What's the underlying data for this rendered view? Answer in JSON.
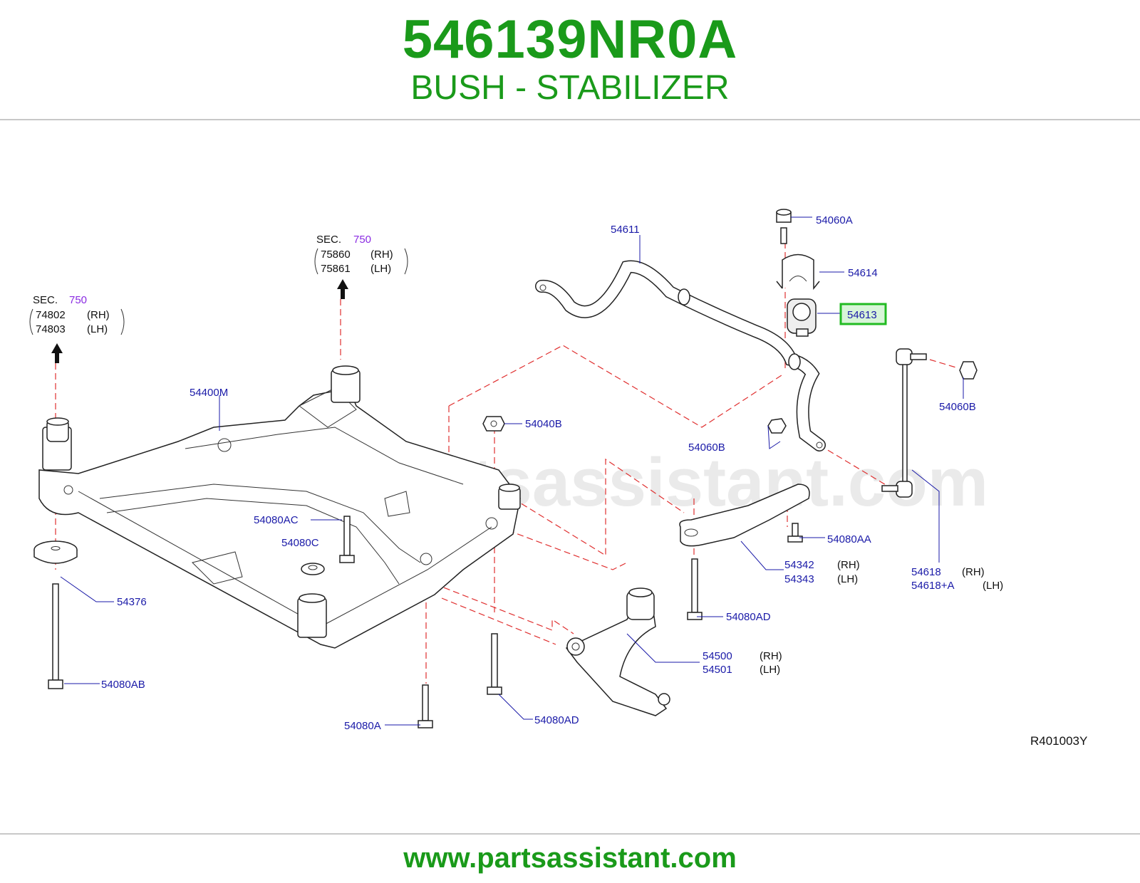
{
  "header": {
    "part_number": "546139NR0A",
    "part_name": "BUSH - STABILIZER"
  },
  "footer": {
    "url": "www.partsassistant.com"
  },
  "watermark": "www.partsassistant.com",
  "colors": {
    "title_green": "#1a9a1a",
    "label_blue": "#1a1aa8",
    "section_purple": "#8a2be2",
    "highlight_green": "#22bb22",
    "highlight_fill": "#d8f5d8",
    "guide_red": "#e03030"
  },
  "diagram": {
    "ref_code": "R401003Y",
    "sec_left": {
      "prefix": "SEC.",
      "num": "750",
      "r1_code": "74802",
      "r1_side": "(RH)",
      "r2_code": "74803",
      "r2_side": "(LH)"
    },
    "sec_mid": {
      "prefix": "SEC.",
      "num": "750",
      "r1_code": "75860",
      "r1_side": "(RH)",
      "r2_code": "75861",
      "r2_side": "(LH)"
    },
    "labels": {
      "l54611": "54611",
      "l54060A": "54060A",
      "l54614": "54614",
      "l54613": "54613",
      "l54060B_r": "54060B",
      "l54060B_m": "54060B",
      "l54400M": "54400M",
      "l54040B": "54040B",
      "l54080AC": "54080AC",
      "l54080C": "54080C",
      "l54080AA": "54080AA",
      "l54342": "54342",
      "l54343": "54343",
      "l54342_side": "(RH)",
      "l54343_side": "(LH)",
      "l54618": "54618",
      "l54618A": "54618+A",
      "l54618_side": "(RH)",
      "l54618A_side": "(LH)",
      "l54376": "54376",
      "l54080AD_r": "54080AD",
      "l54500": "54500",
      "l54501": "54501",
      "l54500_side": "(RH)",
      "l54501_side": "(LH)",
      "l54080AB": "54080AB",
      "l54080A": "54080A",
      "l54080AD_b": "54080AD"
    },
    "highlighted": "54613"
  }
}
